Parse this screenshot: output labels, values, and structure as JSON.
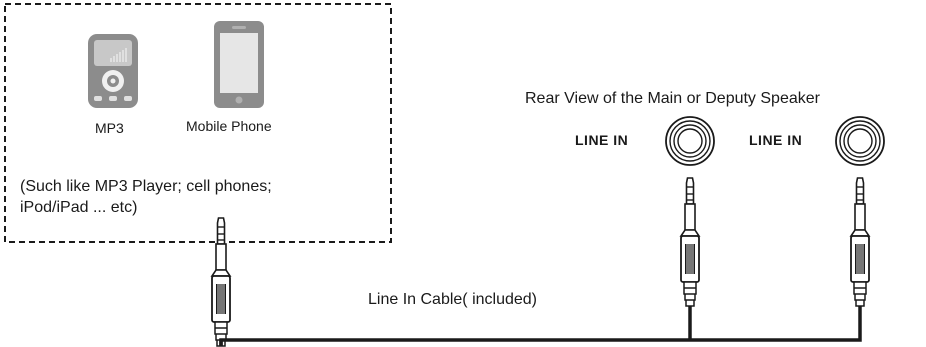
{
  "source": {
    "mp3_label": "MP3",
    "phone_label": "Mobile Phone",
    "note_line1": "(Such like MP3 Player; cell phones;",
    "note_line2": "iPod/iPad ... etc)"
  },
  "speaker": {
    "title": "Rear View of the Main or Deputy Speaker",
    "jack1_label": "LINE IN",
    "jack2_label": "LINE IN"
  },
  "cable": {
    "label": "Line In Cable( included)"
  },
  "colors": {
    "line": "#1a1a1a",
    "device_gray": "#8c8c8c",
    "dashed_border": "#1a1a1a"
  }
}
